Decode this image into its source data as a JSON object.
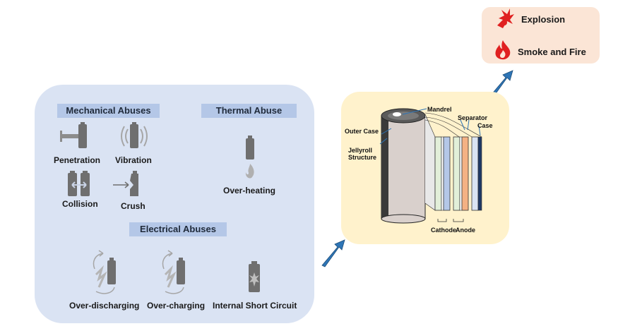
{
  "abuses": {
    "mechanical_header": "Mechanical Abuses",
    "thermal_header": "Thermal Abuse",
    "electrical_header": "Electrical Abuses",
    "penetration": "Penetration",
    "vibration": "Vibration",
    "collision": "Collision",
    "crush": "Crush",
    "overheating": "Over-heating",
    "overdischarging": "Over-discharging",
    "overcharging": "Over-charging",
    "internal_short": "Internal Short Circuit"
  },
  "cell": {
    "mandrel": "Mandrel",
    "outer_case": "Outer Case",
    "jellyroll": "Jellyroll\nStructure",
    "separator": "Separator",
    "case": "Case",
    "cathode": "Cathode",
    "anode": "Anode"
  },
  "outcomes": {
    "explosion": "Explosion",
    "smoke_fire": "Smoke and Fire"
  },
  "colors": {
    "abuse_panel": "#dae3f3",
    "abuse_header": "#b4c7e7",
    "cell_panel": "#fff2cc",
    "outcome_panel": "#fbe5d6",
    "arrow": "#2e75b6",
    "battery": "#6f6f6f",
    "fire": "#e02020"
  }
}
